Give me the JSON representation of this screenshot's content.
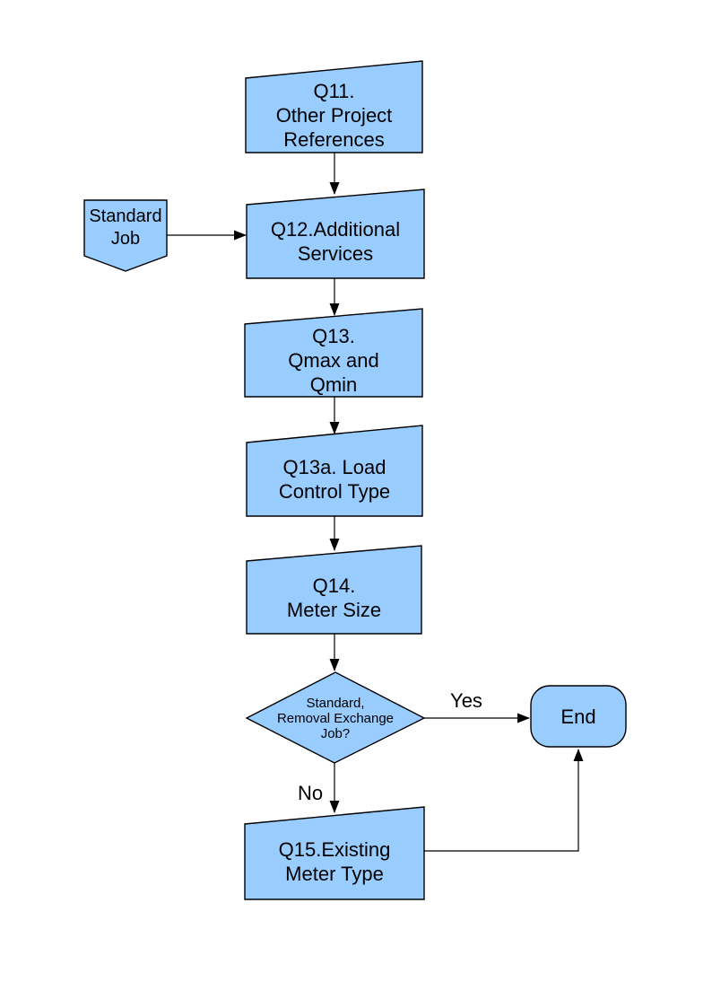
{
  "diagram": {
    "type": "flowchart",
    "nodes": {
      "q11": {
        "shape": "slanted-box",
        "label": "Q11.\nOther Project\nReferences"
      },
      "standard_job": {
        "shape": "pentagon-down",
        "label": "Standard\nJob"
      },
      "q12": {
        "shape": "slanted-box",
        "label": "Q12.Additional\nServices"
      },
      "q13": {
        "shape": "slanted-box",
        "label": "Q13.\nQmax and\nQmin"
      },
      "q13a": {
        "shape": "slanted-box",
        "label": "Q13a. Load\nControl Type"
      },
      "q14": {
        "shape": "slanted-box",
        "label": "Q14.\nMeter Size"
      },
      "decision": {
        "shape": "diamond",
        "label": "Standard,\nRemoval Exchange\nJob?"
      },
      "end": {
        "shape": "terminator",
        "label": "End"
      },
      "q15": {
        "shape": "slanted-box",
        "label": "Q15.Existing\nMeter Type"
      }
    },
    "edges": [
      {
        "from": "q11",
        "to": "q12",
        "label": ""
      },
      {
        "from": "standard_job",
        "to": "q12",
        "label": ""
      },
      {
        "from": "q12",
        "to": "q13",
        "label": ""
      },
      {
        "from": "q13",
        "to": "q13a",
        "label": ""
      },
      {
        "from": "q13a",
        "to": "q14",
        "label": ""
      },
      {
        "from": "q14",
        "to": "decision",
        "label": ""
      },
      {
        "from": "decision",
        "to": "end",
        "label": "Yes"
      },
      {
        "from": "decision",
        "to": "q15",
        "label": "No"
      },
      {
        "from": "q15",
        "to": "end",
        "label": ""
      }
    ],
    "colors": {
      "node_fill": "#99CCFF",
      "node_stroke": "#000000",
      "connector": "#000000",
      "text": "#000000",
      "background": "#FFFFFF"
    }
  }
}
